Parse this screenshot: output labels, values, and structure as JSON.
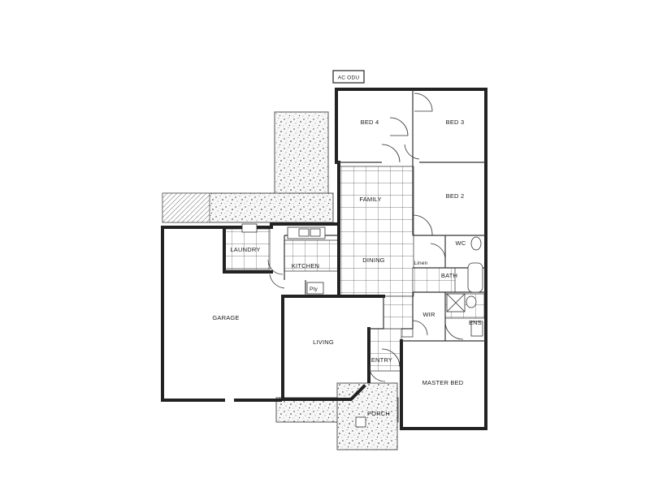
{
  "plan": {
    "labels": {
      "ac_unit": "AC ODU",
      "bed4": "BED 4",
      "bed3": "BED 3",
      "bed2": "BED 2",
      "family": "FAMILY",
      "laundry": "LAUNDRY",
      "kitchen": "KITCHEN",
      "dining": "DINING",
      "linen": "Linen",
      "wc": "WC",
      "bath": "BATH",
      "pantry": "Pty",
      "garage": "GARAGE",
      "living": "LIVING",
      "wir": "WIR",
      "ens": "ENS",
      "entry": "ENTRY",
      "master_bed": "MASTER BED",
      "porch": "PORCH"
    }
  }
}
